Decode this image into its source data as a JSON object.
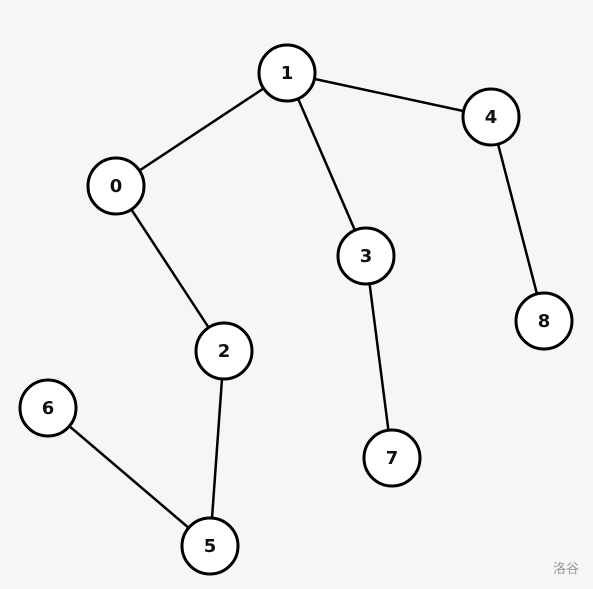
{
  "graph": {
    "nodes": [
      {
        "id": "0",
        "label": "0"
      },
      {
        "id": "1",
        "label": "1"
      },
      {
        "id": "2",
        "label": "2"
      },
      {
        "id": "3",
        "label": "3"
      },
      {
        "id": "4",
        "label": "4"
      },
      {
        "id": "5",
        "label": "5"
      },
      {
        "id": "6",
        "label": "6"
      },
      {
        "id": "7",
        "label": "7"
      },
      {
        "id": "8",
        "label": "8"
      }
    ],
    "edges": [
      {
        "from": "1",
        "to": "0"
      },
      {
        "from": "1",
        "to": "3"
      },
      {
        "from": "1",
        "to": "4"
      },
      {
        "from": "0",
        "to": "2"
      },
      {
        "from": "2",
        "to": "5"
      },
      {
        "from": "6",
        "to": "5"
      },
      {
        "from": "3",
        "to": "7"
      },
      {
        "from": "4",
        "to": "8"
      }
    ]
  },
  "watermark": "洛谷",
  "colors": {
    "background": "#f6f6f6",
    "node_fill": "#ffffff",
    "stroke": "#000000",
    "watermark": "#9a9a9a"
  }
}
